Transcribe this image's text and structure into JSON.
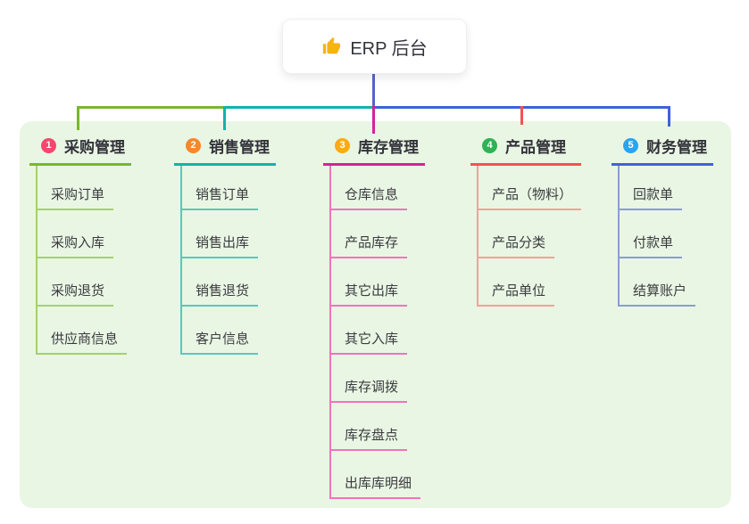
{
  "root": {
    "label": "ERP 后台",
    "icon": "thumbs-up-icon",
    "icon_color": "#f6b40e"
  },
  "branches": [
    {
      "num": "1",
      "title": "采购管理",
      "badge_color": "#f5476e",
      "color": "#7ab62e",
      "light_color": "#a6d06e",
      "children": [
        "采购订单",
        "采购入库",
        "采购退货",
        "供应商信息"
      ]
    },
    {
      "num": "2",
      "title": "销售管理",
      "badge_color": "#f6872b",
      "color": "#10b3ab",
      "light_color": "#59c8bf",
      "children": [
        "销售订单",
        "销售出库",
        "销售退货",
        "客户信息"
      ]
    },
    {
      "num": "3",
      "title": "库存管理",
      "badge_color": "#fbac0c",
      "color": "#d6219c",
      "light_color": "#ee74c0",
      "children": [
        "仓库信息",
        "产品库存",
        "其它出库",
        "其它入库",
        "库存调拨",
        "库存盘点",
        "出库库明细"
      ]
    },
    {
      "num": "4",
      "title": "产品管理",
      "badge_color": "#2fb256",
      "color": "#f4534e",
      "light_color": "#f79f9b",
      "children": [
        "产品（物料）",
        "产品分类",
        "产品单位"
      ]
    },
    {
      "num": "5",
      "title": "财务管理",
      "badge_color": "#27a5f0",
      "color": "#3f62d9",
      "light_color": "#8b9cdb",
      "children": [
        "回款单",
        "付款单",
        "结算账户"
      ]
    }
  ],
  "colors": {
    "page_bg": "#ffffff",
    "panel_bg": "#e9f6e3",
    "root_line": "#5465c8"
  }
}
